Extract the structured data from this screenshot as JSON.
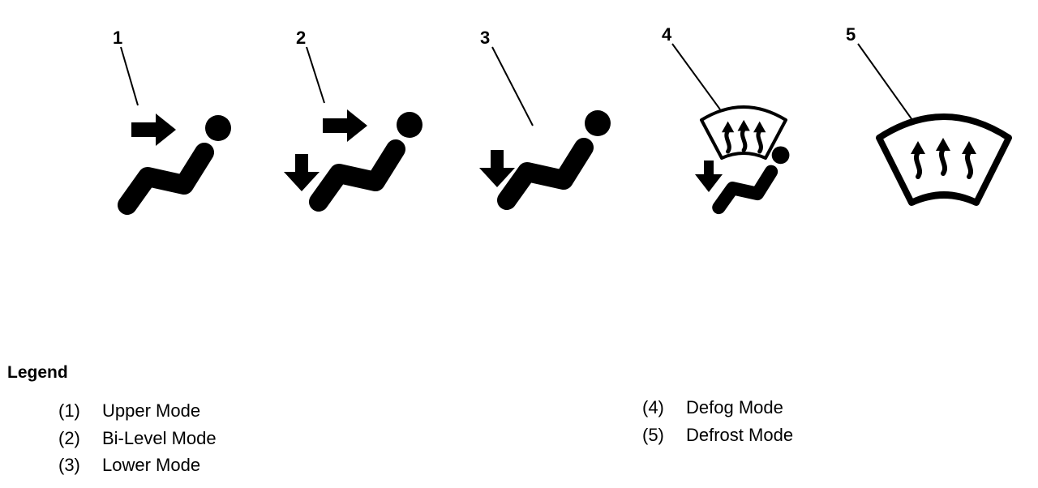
{
  "callouts": [
    "1",
    "2",
    "3",
    "4",
    "5"
  ],
  "legend": {
    "title": "Legend",
    "left": [
      {
        "num": "(1)",
        "label": "Upper Mode"
      },
      {
        "num": "(2)",
        "label": "Bi-Level Mode"
      },
      {
        "num": "(3)",
        "label": "Lower Mode"
      }
    ],
    "right": [
      {
        "num": "(4)",
        "label": "Defog Mode"
      },
      {
        "num": "(5)",
        "label": "Defrost Mode"
      }
    ]
  },
  "icons": [
    "upper-mode-icon",
    "bi-level-mode-icon",
    "lower-mode-icon",
    "defog-mode-icon",
    "defrost-mode-icon"
  ],
  "colors": {
    "ink": "#000000",
    "background": "#ffffff"
  }
}
